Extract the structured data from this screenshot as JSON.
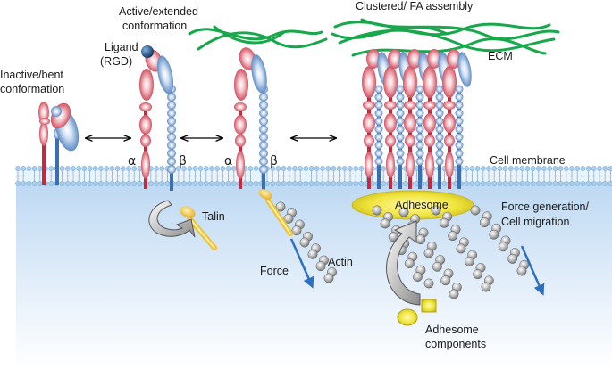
{
  "labels": {
    "inactive_line1": "Inactive/bent",
    "inactive_line2": "conformation",
    "active_line1": "Active/extended",
    "active_line2": "conformation",
    "ligand_line1": "Ligand",
    "ligand_line2": "(RGD)",
    "clustered": "Clustered/ FA assembly",
    "ecm": "ECM",
    "alpha": "α",
    "beta": "β",
    "cell_membrane": "Cell membrane",
    "talin": "Talin",
    "force": "Force",
    "actin": "Actin",
    "adhesome": "Adhesome",
    "force_gen_line1": "Force generation/",
    "force_gen_line2": "Cell migration",
    "adhesome_comp_line1": "Adhesome",
    "adhesome_comp_line2": "components"
  },
  "colors": {
    "alpha_subunit": "#d9475a",
    "beta_subunit": "#4f86c6",
    "ecm_fiber": "#17a84b",
    "talin": "#f2c12e",
    "adhesome": "#e9e33a",
    "actin": "#9a9a9a",
    "force_arrow": "#2f6fbf",
    "membrane": "#8ec0e6",
    "cytoplasm": "#d5e7f7"
  }
}
